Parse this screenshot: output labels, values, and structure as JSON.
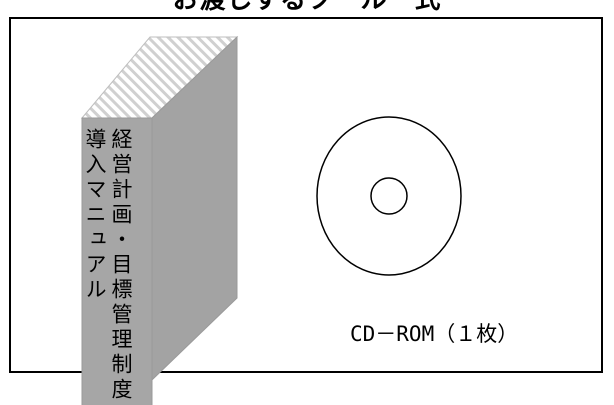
{
  "header": {
    "title": "お渡しするツール一式"
  },
  "manual": {
    "spine_line_1": "経営計画・目標管理制度",
    "spine_line_2": "導入マニュアル",
    "spine_color": "#a6a6a6",
    "pages_color": "#cfcfcf"
  },
  "cd": {
    "label": "CD－ROM（１枚）"
  }
}
